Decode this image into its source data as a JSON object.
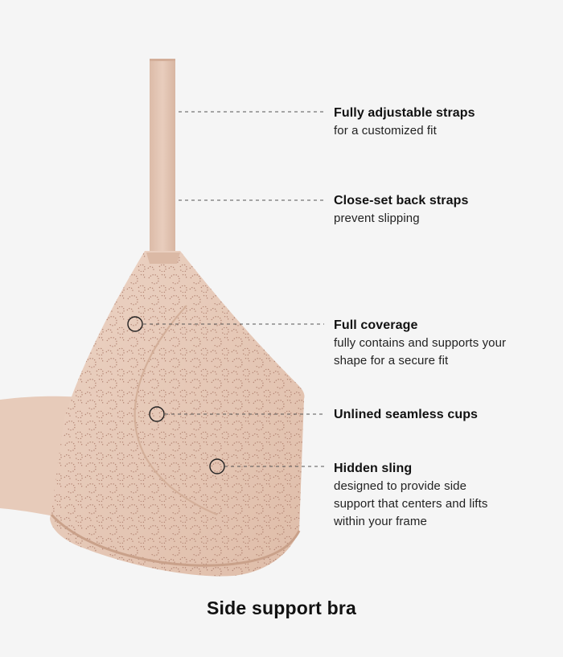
{
  "colors": {
    "background": "#f5f5f5",
    "fabric": "#e6c8b6",
    "fabric_shadow": "#d4ae98",
    "lace_dot": "#9a6b5c",
    "leader_line": "#555555"
  },
  "product": {
    "image_icon": "bra-illustration",
    "marker_icon": "circle-marker-icon"
  },
  "features": [
    {
      "title": "Fully adjustable straps",
      "description": "for a customized fit"
    },
    {
      "title": "Close-set back straps",
      "description": "prevent slipping"
    },
    {
      "title": "Full coverage",
      "description": "fully contains and supports your shape for a secure fit"
    },
    {
      "title": "Unlined seamless cups",
      "description": ""
    },
    {
      "title": "Hidden sling",
      "description": "designed to provide side support that centers and lifts within your frame"
    }
  ],
  "caption": "Side support bra"
}
